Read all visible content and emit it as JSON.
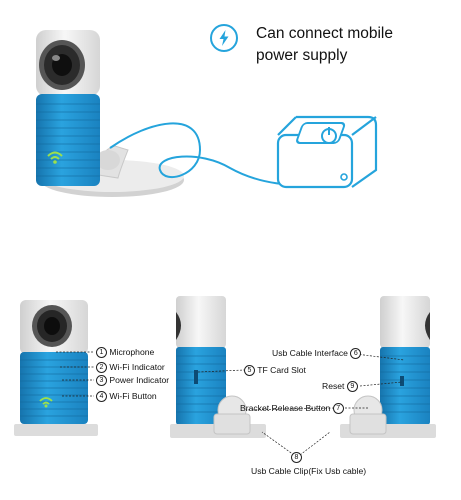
{
  "header": {
    "icon": "lightning-bolt-icon",
    "line1": "Can connect mobile",
    "line2": "power supply"
  },
  "callouts_left": [
    {
      "num": "1",
      "label": "Microphone"
    },
    {
      "num": "2",
      "label": "Wi-Fi Indicator"
    },
    {
      "num": "3",
      "label": "Power Indicator"
    },
    {
      "num": "4",
      "label": "Wi-Fi Button"
    }
  ],
  "callouts_right": {
    "tf": {
      "num": "5",
      "label": "TF Card Slot"
    },
    "usb": {
      "num": "6",
      "label": "Usb Cable Interface"
    },
    "reset": {
      "num": "9",
      "label": "Reset"
    },
    "bracket": {
      "num": "7",
      "label": "Bracket Release Button"
    },
    "clip": {
      "num": "8",
      "label": "Usb Cable Clip(Fix Usb cable)"
    }
  },
  "colors": {
    "camera_blue": "#1e96d6",
    "camera_white": "#eeeeee",
    "cable_blue": "#25a4dc",
    "base_grey": "#dcdcdc"
  }
}
